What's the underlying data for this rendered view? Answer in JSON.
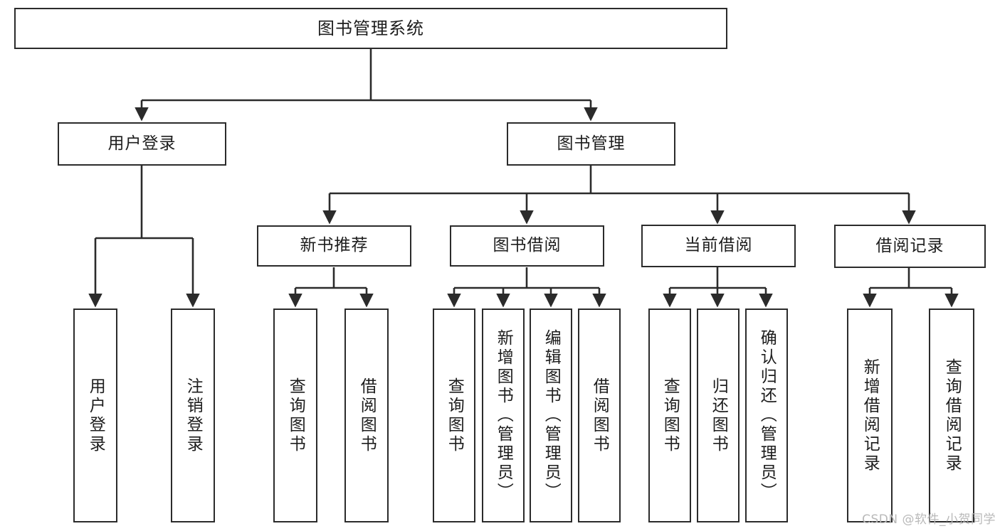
{
  "diagram": {
    "title": "图书管理系统",
    "type": "tree-hierarchy",
    "background_color": "#ffffff",
    "line_color": "#2b2b2b",
    "text_color": "#1d1d1d"
  },
  "nodes": {
    "root": {
      "label": "图书管理系统"
    },
    "level2": [
      {
        "id": "user-login",
        "label": "用户登录"
      },
      {
        "id": "book-manage",
        "label": "图书管理"
      }
    ],
    "level3": [
      {
        "id": "new-book-rec",
        "label": "新书推荐"
      },
      {
        "id": "book-borrow",
        "label": "图书借阅"
      },
      {
        "id": "current-borrow",
        "label": "当前借阅"
      },
      {
        "id": "borrow-record",
        "label": "借阅记录"
      }
    ],
    "leaves": {
      "user_login": [
        {
          "id": "leaf-user-login",
          "label": "用户登录"
        },
        {
          "id": "leaf-logout",
          "label": "注销登录"
        }
      ],
      "new_book_rec": [
        {
          "id": "leaf-query-book-1",
          "label": "查询图书"
        },
        {
          "id": "leaf-borrow-book-1",
          "label": "借阅图书"
        }
      ],
      "book_borrow": [
        {
          "id": "leaf-query-book-2",
          "label": "查询图书"
        },
        {
          "id": "leaf-add-book",
          "label": "新增图书（管理员）"
        },
        {
          "id": "leaf-edit-book",
          "label": "编辑图书（管理员）"
        },
        {
          "id": "leaf-borrow-book-2",
          "label": "借阅图书"
        }
      ],
      "current_borrow": [
        {
          "id": "leaf-query-book-3",
          "label": "查询图书"
        },
        {
          "id": "leaf-return-book",
          "label": "归还图书"
        },
        {
          "id": "leaf-confirm-return",
          "label": "确认归还（管理员）"
        }
      ],
      "borrow_record": [
        {
          "id": "leaf-add-record",
          "label": "新增借阅记录"
        },
        {
          "id": "leaf-query-record",
          "label": "查询借阅记录"
        }
      ]
    }
  },
  "watermark": {
    "text": "CSDN @软件_小贺同学"
  }
}
